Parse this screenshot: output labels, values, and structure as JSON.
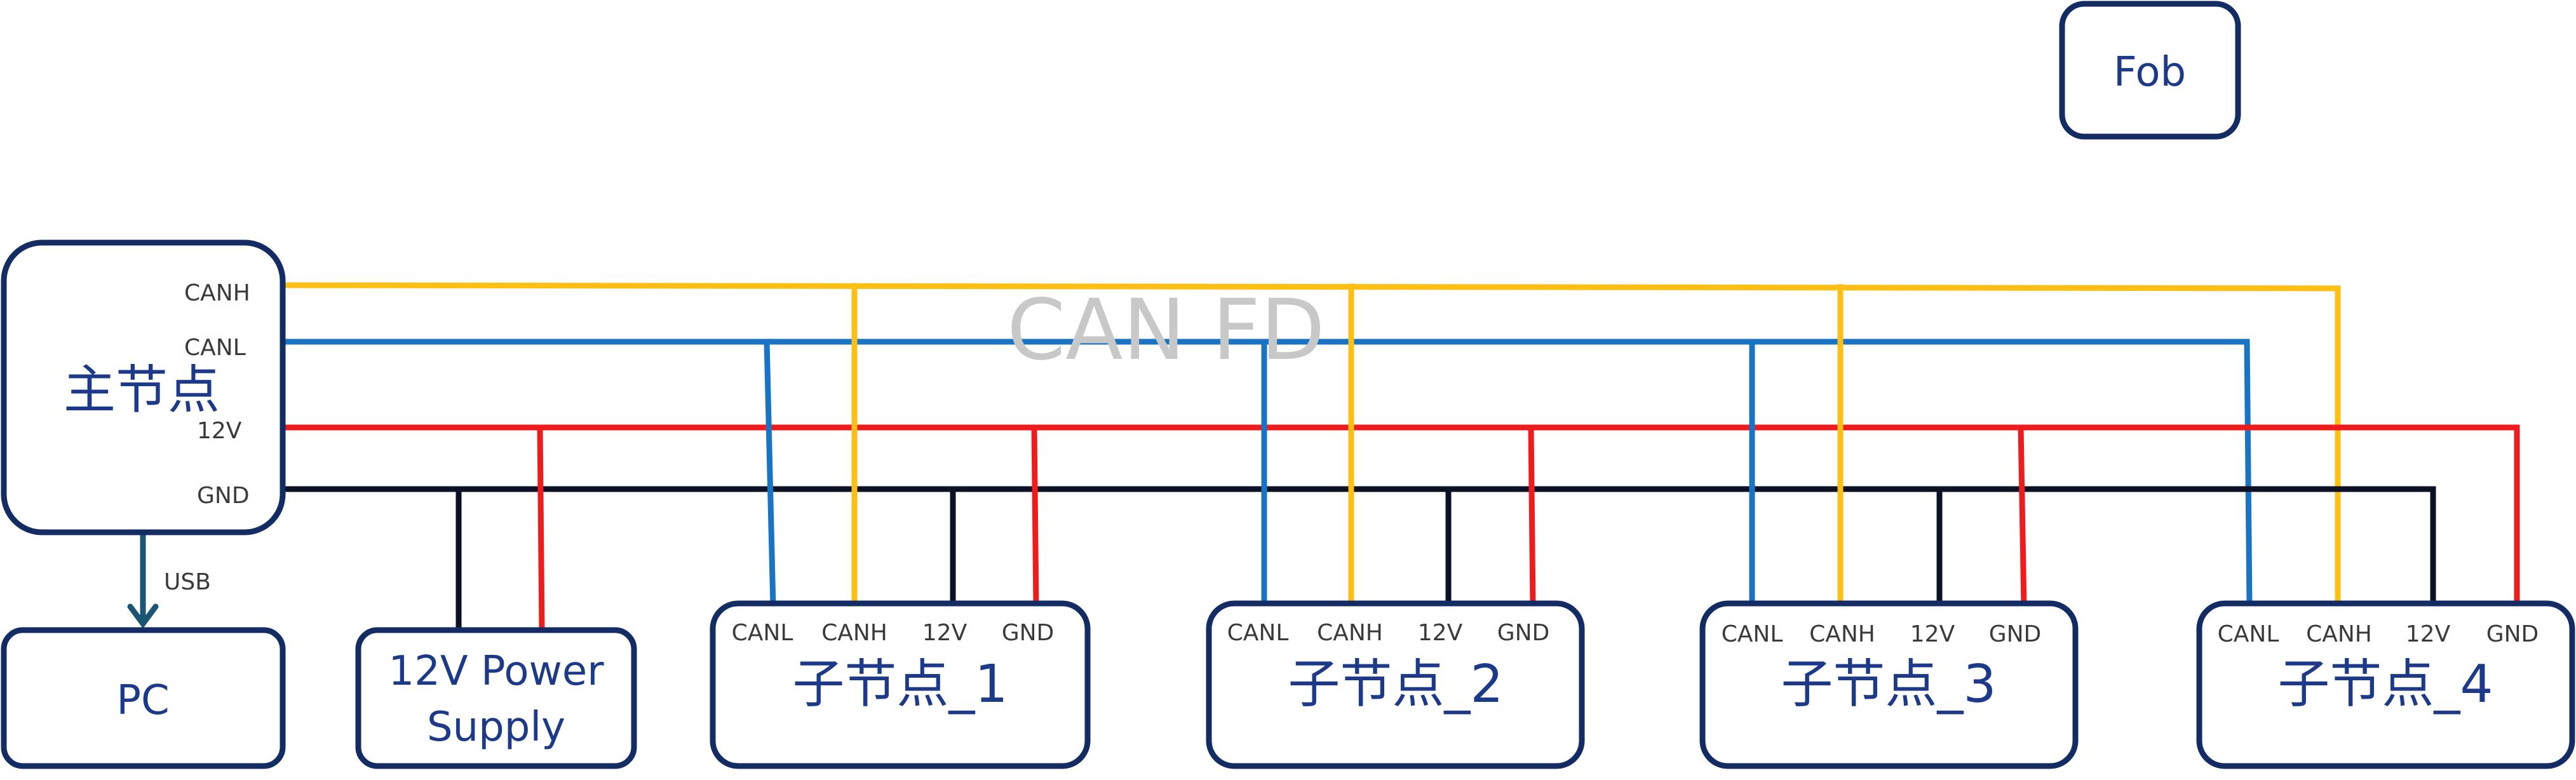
{
  "colors": {
    "canh": "#fdbf14",
    "canl": "#1a74c4",
    "v12": "#ee1c1c",
    "gnd": "#0d1125",
    "box_border": "#142c64",
    "box_text": "#1d3a8a",
    "usb_arrow": "#1a5575",
    "bus_label": "#c8c8c8"
  },
  "bus_label": "CAN FD",
  "fob": {
    "label": "Fob"
  },
  "master": {
    "label": "主节点",
    "pins": {
      "canh": "CANH",
      "canl": "CANL",
      "v12": "12V",
      "gnd": "GND"
    }
  },
  "usb": {
    "label": "USB"
  },
  "pc": {
    "label": "PC"
  },
  "power": {
    "line1": "12V Power",
    "line2": "Supply"
  },
  "nodes": [
    {
      "label": "子节点_1",
      "pins": [
        "CANL",
        "CANH",
        "12V",
        "GND"
      ]
    },
    {
      "label": "子节点_2",
      "pins": [
        "CANL",
        "CANH",
        "12V",
        "GND"
      ]
    },
    {
      "label": "子节点_3",
      "pins": [
        "CANL",
        "CANH",
        "12V",
        "GND"
      ]
    },
    {
      "label": "子节点_4",
      "pins": [
        "CANL",
        "CANH",
        "12V",
        "GND"
      ]
    }
  ]
}
